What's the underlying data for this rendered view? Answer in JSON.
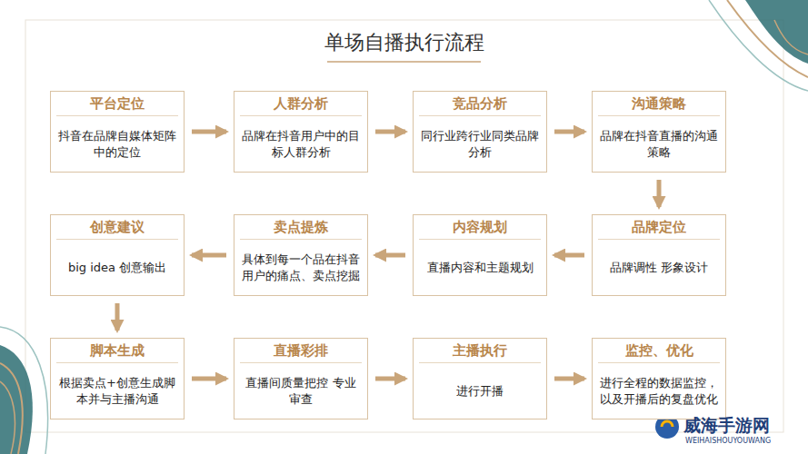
{
  "diagram": {
    "title": "单场自播执行流程",
    "nodes": [
      {
        "text": [
          "平台定位",
          "抖音在品牌自媒体矩阵中的定位"
        ]
      },
      {
        "text": [
          "人群分析",
          "品牌在抖音用户中的目标人群分析"
        ]
      },
      {
        "text": [
          "竞品分析",
          "同行业跨行业同类品牌分析"
        ]
      },
      {
        "text": [
          "沟通策略",
          "品牌在抖音直播的沟通策略"
        ]
      },
      {
        "text": [
          "创意建议",
          "big idea 创意输出"
        ]
      },
      {
        "text": [
          "卖点提炼",
          "具体到每一个品在抖音用户的痛点、卖点挖掘"
        ]
      },
      {
        "text": [
          "内容规划",
          "直播内容和主题规划"
        ]
      },
      {
        "text": [
          "品牌定位",
          "品牌调性 形象设计"
        ]
      },
      {
        "text": [
          "脚本生成",
          "根据卖点+创意生成脚本并与主播沟通"
        ]
      },
      {
        "text": [
          "直播彩排",
          "直播间质量把控 专业审查"
        ]
      },
      {
        "text": [
          "主播执行",
          "进行开播"
        ]
      },
      {
        "text": [
          "监控、优化",
          "进行全程的数据监控，以及开播后的复盘优化"
        ]
      }
    ],
    "edges": [
      {
        "from": 0,
        "to": 1,
        "arrow": "to"
      },
      {
        "from": 1,
        "to": 2,
        "arrow": "to"
      },
      {
        "from": 2,
        "to": 3,
        "arrow": "to"
      },
      {
        "from": 3,
        "to": 7,
        "arrow": "to"
      },
      {
        "from": 7,
        "to": 6,
        "arrow": "to"
      },
      {
        "from": 6,
        "to": 5,
        "arrow": "to"
      },
      {
        "from": 5,
        "to": 4,
        "arrow": "to"
      },
      {
        "from": 4,
        "to": 8,
        "arrow": "to"
      },
      {
        "from": 8,
        "to": 9,
        "arrow": "to"
      },
      {
        "from": 9,
        "to": 10,
        "arrow": "to"
      },
      {
        "from": 10,
        "to": 11,
        "arrow": "to"
      }
    ],
    "labels": [
      "威海手游网",
      "WEIHAISHOUYOUWANG"
    ]
  }
}
